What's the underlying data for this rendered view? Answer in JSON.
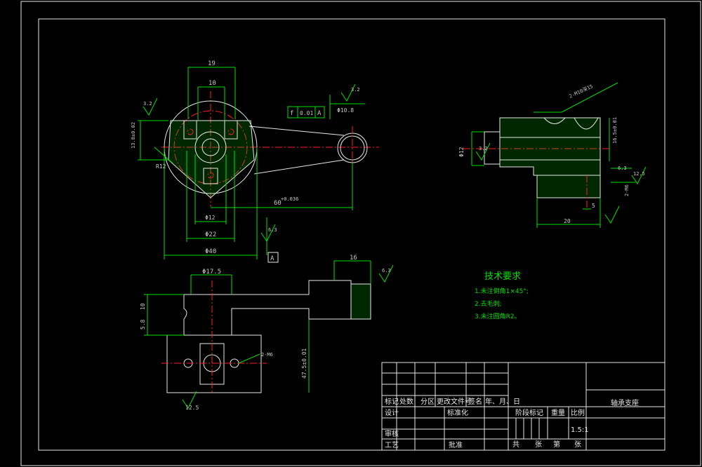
{
  "drawing": {
    "title": "轴承支座",
    "scale": "1.5:1"
  },
  "requirements": {
    "heading": "技术要求",
    "items": [
      "1.未注倒角1×45°;",
      "2.去毛刺;",
      "3.未注圆角R2。"
    ]
  },
  "title_block": {
    "row_revision": [
      "标记",
      "处数",
      "分区",
      "更改文件号",
      "签名",
      "年、月、日"
    ],
    "row_design": [
      "设计",
      "标准化"
    ],
    "row_review": "审核",
    "row_process": "工艺",
    "approve": "批准",
    "stage_label": "阶段标记",
    "weight_label": "重量",
    "scale_label": "比例",
    "sheets": [
      "共",
      "张",
      "第",
      "张"
    ]
  },
  "dimensions": {
    "top_19": "19",
    "top_10": "10",
    "d40": "Φ40",
    "d22": "Φ22",
    "d12": "Φ12",
    "d10_8": "Φ10.8",
    "d60": "60",
    "d60_tol": "+0.036",
    "r12": "R12",
    "left_13": "13.8±0.02",
    "ra32_a": "3.2",
    "ra32_b": "3.2",
    "ra63_a": "6.3",
    "ra63_b": "6.3",
    "ra125_a": "12.5",
    "ra125_b": "12.5",
    "tol_flatness": "f",
    "tol_val": "0.01",
    "tol_datum": "A",
    "datum_A": "A",
    "front_d17_5": "Φ17.5",
    "front_16": "16",
    "front_10": "10",
    "front_5_8": "5.8",
    "front_47_5": "47.5±0.01",
    "front_thread": "2-M6",
    "side_thread": "2-M10深15",
    "side_d12": "Φ12",
    "side_5": "5",
    "side_20": "20",
    "side_16_5": "16.5±0.01",
    "side_2_m6": "2-M6",
    "side_ra125": "12.5"
  },
  "colors": {
    "outline": "#e8e8e8",
    "dimension": "#00e000",
    "centerline": "#ff2020",
    "hatch": "#00e000",
    "background": "#000000"
  }
}
